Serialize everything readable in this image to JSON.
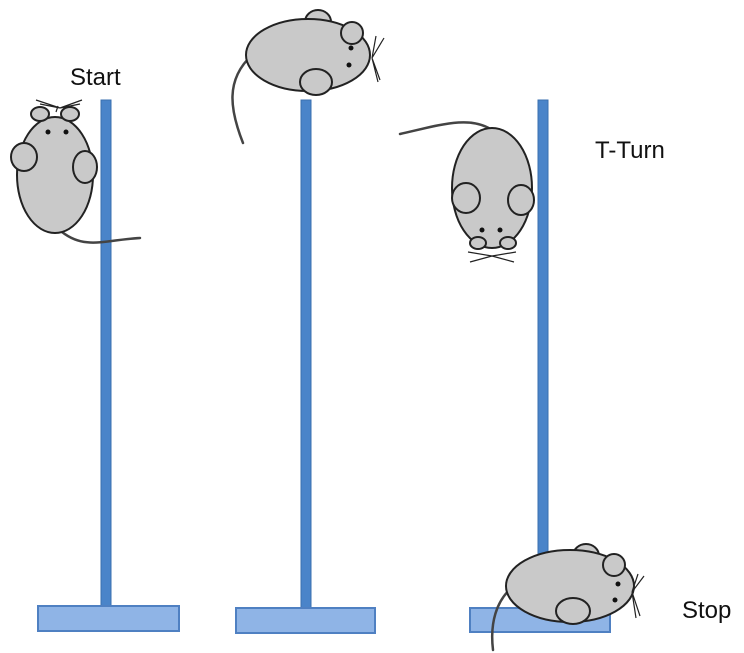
{
  "labels": {
    "start": "Start",
    "t_turn": "T-Turn",
    "stop": "Stop"
  },
  "colors": {
    "pole": "#4A84C9",
    "base": "#8FB4E6",
    "mouse": "#C9C9C9"
  }
}
